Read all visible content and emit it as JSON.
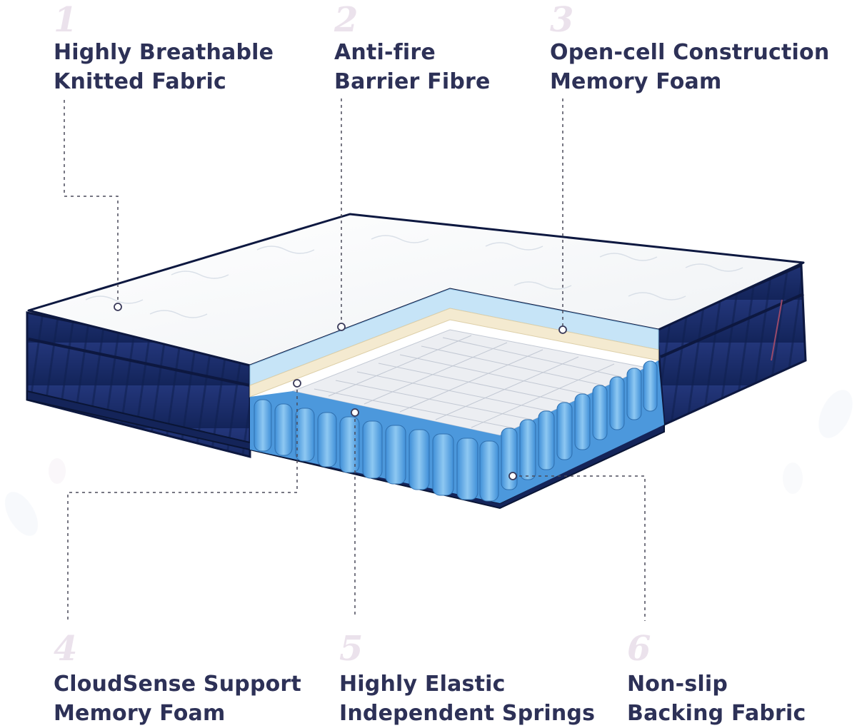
{
  "features": [
    {
      "number": "1",
      "line1": "Highly Breathable",
      "line2": "Knitted Fabric"
    },
    {
      "number": "2",
      "line1": "Anti-fire",
      "line2": "Barrier Fibre"
    },
    {
      "number": "3",
      "line1": "Open-cell Construction",
      "line2": "Memory Foam"
    },
    {
      "number": "4",
      "line1": "CloudSense Support",
      "line2": "Memory Foam"
    },
    {
      "number": "5",
      "line1": "Highly Elastic",
      "line2": "Independent Springs"
    },
    {
      "number": "6",
      "line1": "Non-slip",
      "line2": "Backing Fabric"
    }
  ],
  "colors": {
    "text": "#2d3157",
    "number": "#ebe2ec",
    "border_navy": "#1a2c6b",
    "foam_blue": "#bfe1f5",
    "foam_cream": "#f5ecd2",
    "spring_blue": "#5ea9e3",
    "leader": "#4a4a5a"
  }
}
